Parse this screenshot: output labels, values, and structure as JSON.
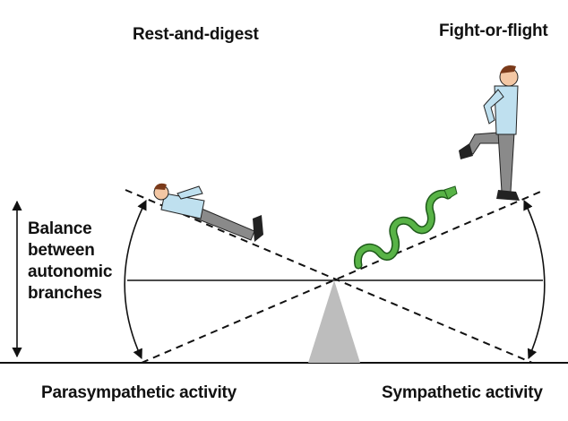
{
  "titles": {
    "rest": "Rest-and-digest",
    "fight": "Fight-or-flight"
  },
  "balance": {
    "line1": "Balance",
    "line2": "between",
    "line3": "autonomic",
    "line4": "branches"
  },
  "axis_labels": {
    "left": "Parasympathetic activity",
    "right": "Sympathetic activity"
  },
  "colors": {
    "line": "#111111",
    "fulcrum": "#bdbdbd",
    "shirt": "#bfe0ef",
    "pants": "#8a8a8a",
    "snake": "#58b346",
    "snake_dark": "#1e5a1a",
    "skin": "#f3c7a4",
    "hair": "#7a3a1a"
  }
}
